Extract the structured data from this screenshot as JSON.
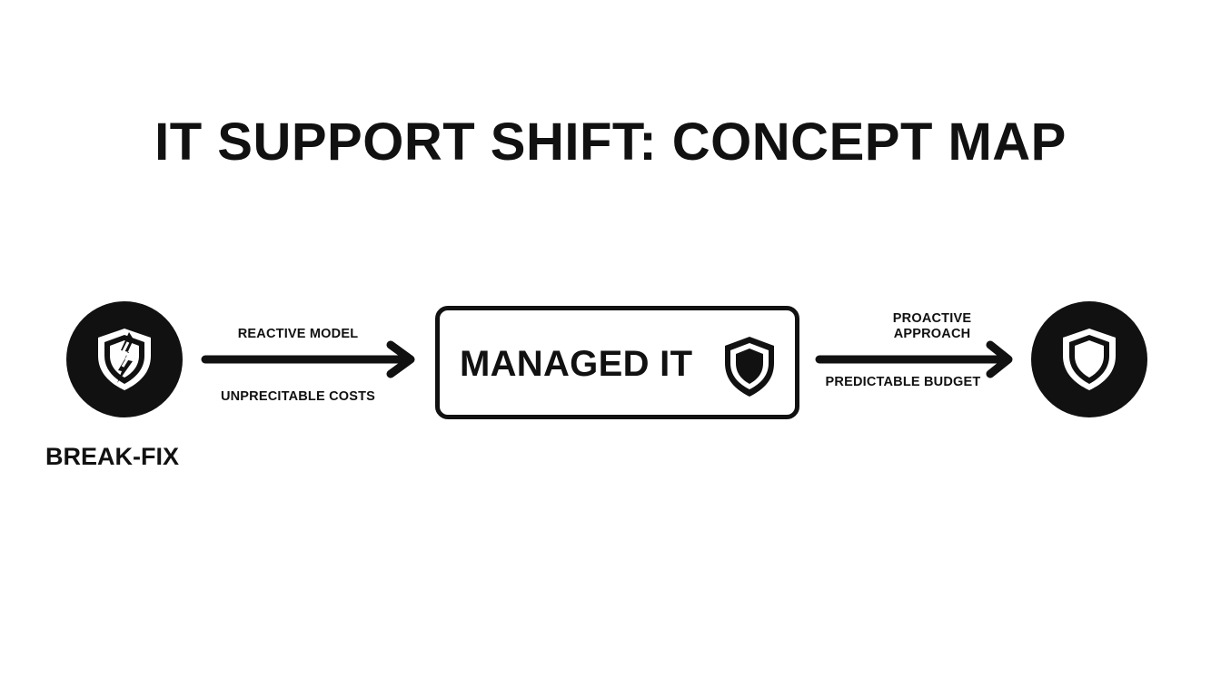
{
  "title": "IT SUPPORT SHIFT: CONCEPT MAP",
  "nodes": {
    "left": {
      "label": "BREAK-FIX",
      "icon": "broken-shield-icon"
    },
    "center": {
      "label": "MANAGED IT",
      "icon": "shield-icon"
    },
    "right": {
      "icon": "shield-outline-icon"
    }
  },
  "edges": {
    "left": {
      "top_label": "REACTIVE MODEL",
      "bottom_label": "UNPRECITABLE COSTS"
    },
    "right": {
      "top_label": "PROACTIVE\nAPPROACH",
      "bottom_label": "PREDICTABLE BUDGET"
    }
  },
  "colors": {
    "ink": "#111111",
    "background": "#ffffff"
  }
}
